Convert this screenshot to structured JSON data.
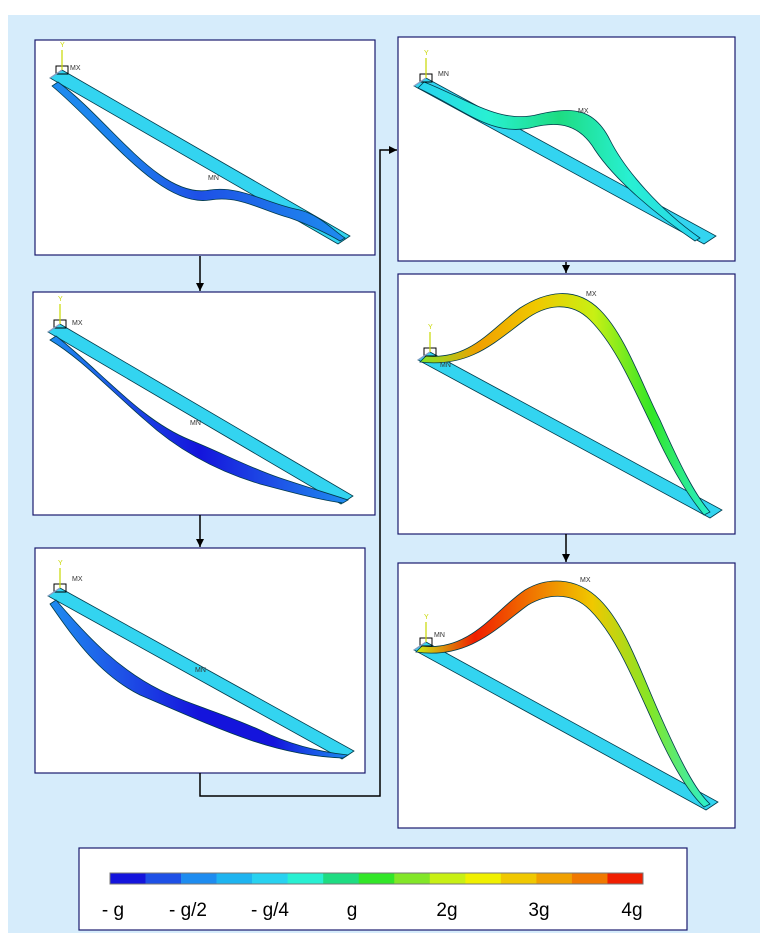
{
  "panels": [
    {
      "id": "p1",
      "max_label": "MX",
      "min_label": "MN",
      "axis_label": "Y",
      "shape": "sag_small"
    },
    {
      "id": "p2",
      "max_label": "MX",
      "min_label": "MN",
      "axis_label": "Y",
      "shape": "sag_mid"
    },
    {
      "id": "p3",
      "max_label": "MX",
      "min_label": "MN",
      "axis_label": "Y",
      "shape": "sag_big"
    },
    {
      "id": "p4",
      "max_label": "MX",
      "min_label": "MN",
      "axis_label": "Y",
      "shape": "lift_small"
    },
    {
      "id": "p5",
      "max_label": "MX",
      "min_label": "MN",
      "axis_label": "Y",
      "shape": "lift_mid"
    },
    {
      "id": "p6",
      "max_label": "MX",
      "min_label": "MN",
      "axis_label": "Y",
      "shape": "lift_big"
    }
  ],
  "colors": {
    "background": "#d6ecfb",
    "panel_bg": "#ffffff",
    "panel_border": "#1a1a6e",
    "beam": "#33d4f0",
    "beam_edge": "#003a4a",
    "arrow": "#000000",
    "axis_y": "#c8d800",
    "axis_x": "#8aa0c8"
  },
  "color_scale": {
    "stops": [
      "#1414dc",
      "#1e50e6",
      "#1e8cf0",
      "#1eb4f0",
      "#28d2f0",
      "#28f0d2",
      "#1edc82",
      "#32e628",
      "#82e628",
      "#c8f014",
      "#f0f000",
      "#f0c800",
      "#f0a000",
      "#f07800",
      "#f01e00"
    ],
    "labels": [
      "- g",
      "- g/2",
      "- g/4",
      "g",
      "2g",
      "3g",
      "4g"
    ]
  }
}
